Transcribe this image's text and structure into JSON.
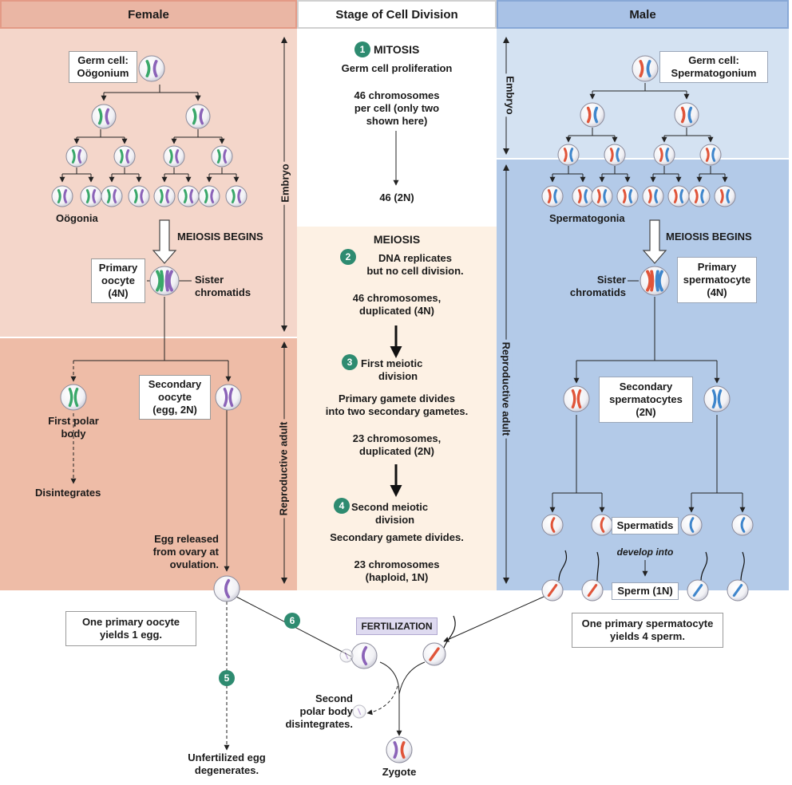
{
  "headers": {
    "female": "Female",
    "stage": "Stage of Cell Division",
    "male": "Male"
  },
  "side_labels": {
    "embryo": "Embryo",
    "reproductive_adult": "Reproductive adult"
  },
  "female": {
    "germ_cell": "Germ cell:",
    "germ_cell_type": "Oögonium",
    "oogonia": "Oögonia",
    "meiosis_begins": "MEIOSIS BEGINS",
    "primary_oocyte": [
      "Primary",
      "oocyte",
      "(4N)"
    ],
    "sister_chromatids": [
      "Sister",
      "chromatids"
    ],
    "secondary_oocyte": [
      "Secondary",
      "oocyte",
      "(egg, 2N)"
    ],
    "first_polar_body": [
      "First polar",
      "body"
    ],
    "disintegrates": "Disintegrates",
    "egg_released": [
      "Egg released",
      "from ovary at",
      "ovulation."
    ],
    "yield_box": [
      "One primary oocyte",
      "yields 1 egg."
    ],
    "unfertilized": [
      "Unfertilized egg",
      "degenerates."
    ]
  },
  "stage": {
    "mitosis_num": "1",
    "mitosis": "MITOSIS",
    "mitosis_desc": "Germ cell proliferation",
    "mitosis_chrom": [
      "46 chromosomes",
      "per cell (only two",
      "shown here)"
    ],
    "mitosis_result": "46 (2N)",
    "meiosis": "MEIOSIS",
    "step2_num": "2",
    "step2": [
      "DNA replicates",
      "but no cell division."
    ],
    "step2_chrom": [
      "46 chromosomes,",
      "duplicated (4N)"
    ],
    "step3_num": "3",
    "step3": [
      "First meiotic",
      "division"
    ],
    "step3_desc": [
      "Primary gamete divides",
      "into two secondary gametes."
    ],
    "step3_chrom": [
      "23 chromosomes,",
      "duplicated (2N)"
    ],
    "step4_num": "4",
    "step4": [
      "Second meiotic",
      "division"
    ],
    "step4_desc": "Secondary gamete divides.",
    "step4_chrom": [
      "23 chromosomes",
      "(haploid, 1N)"
    ]
  },
  "male": {
    "germ_cell": "Germ cell:",
    "germ_cell_type": "Spermatogonium",
    "spermatogonia": "Spermatogonia",
    "meiosis_begins": "MEIOSIS BEGINS",
    "primary_spermatocyte": [
      "Primary",
      "spermatocyte",
      "(4N)"
    ],
    "sister_chromatids": [
      "Sister",
      "chromatids"
    ],
    "secondary_spermatocytes": [
      "Secondary",
      "spermatocytes",
      "(2N)"
    ],
    "spermatids": "Spermatids",
    "develop_into": "develop into",
    "sperm": "Sperm (1N)",
    "yield_box": [
      "One primary spermatocyte",
      "yields 4 sperm."
    ]
  },
  "bottom": {
    "step5_num": "5",
    "step6_num": "6",
    "fertilization": "FERTILIZATION",
    "second_polar": [
      "Second",
      "polar body",
      "disintegrates."
    ],
    "zygote": "Zygote"
  },
  "colors": {
    "female_embryo_bg": "#f4d6ca",
    "female_adult_bg": "#eebca7",
    "female_header": "#eab6a4",
    "male_embryo_bg": "#d4e2f2",
    "male_adult_bg": "#b3cae8",
    "male_header": "#a9c2e6",
    "mitosis_bg": "#ffffff",
    "meiosis_bg": "#fdf1e4",
    "green": "#3aa86a",
    "purple": "#8b63b8",
    "red": "#e0553a",
    "blue": "#3f86cc",
    "badge": "#2e8b70"
  }
}
